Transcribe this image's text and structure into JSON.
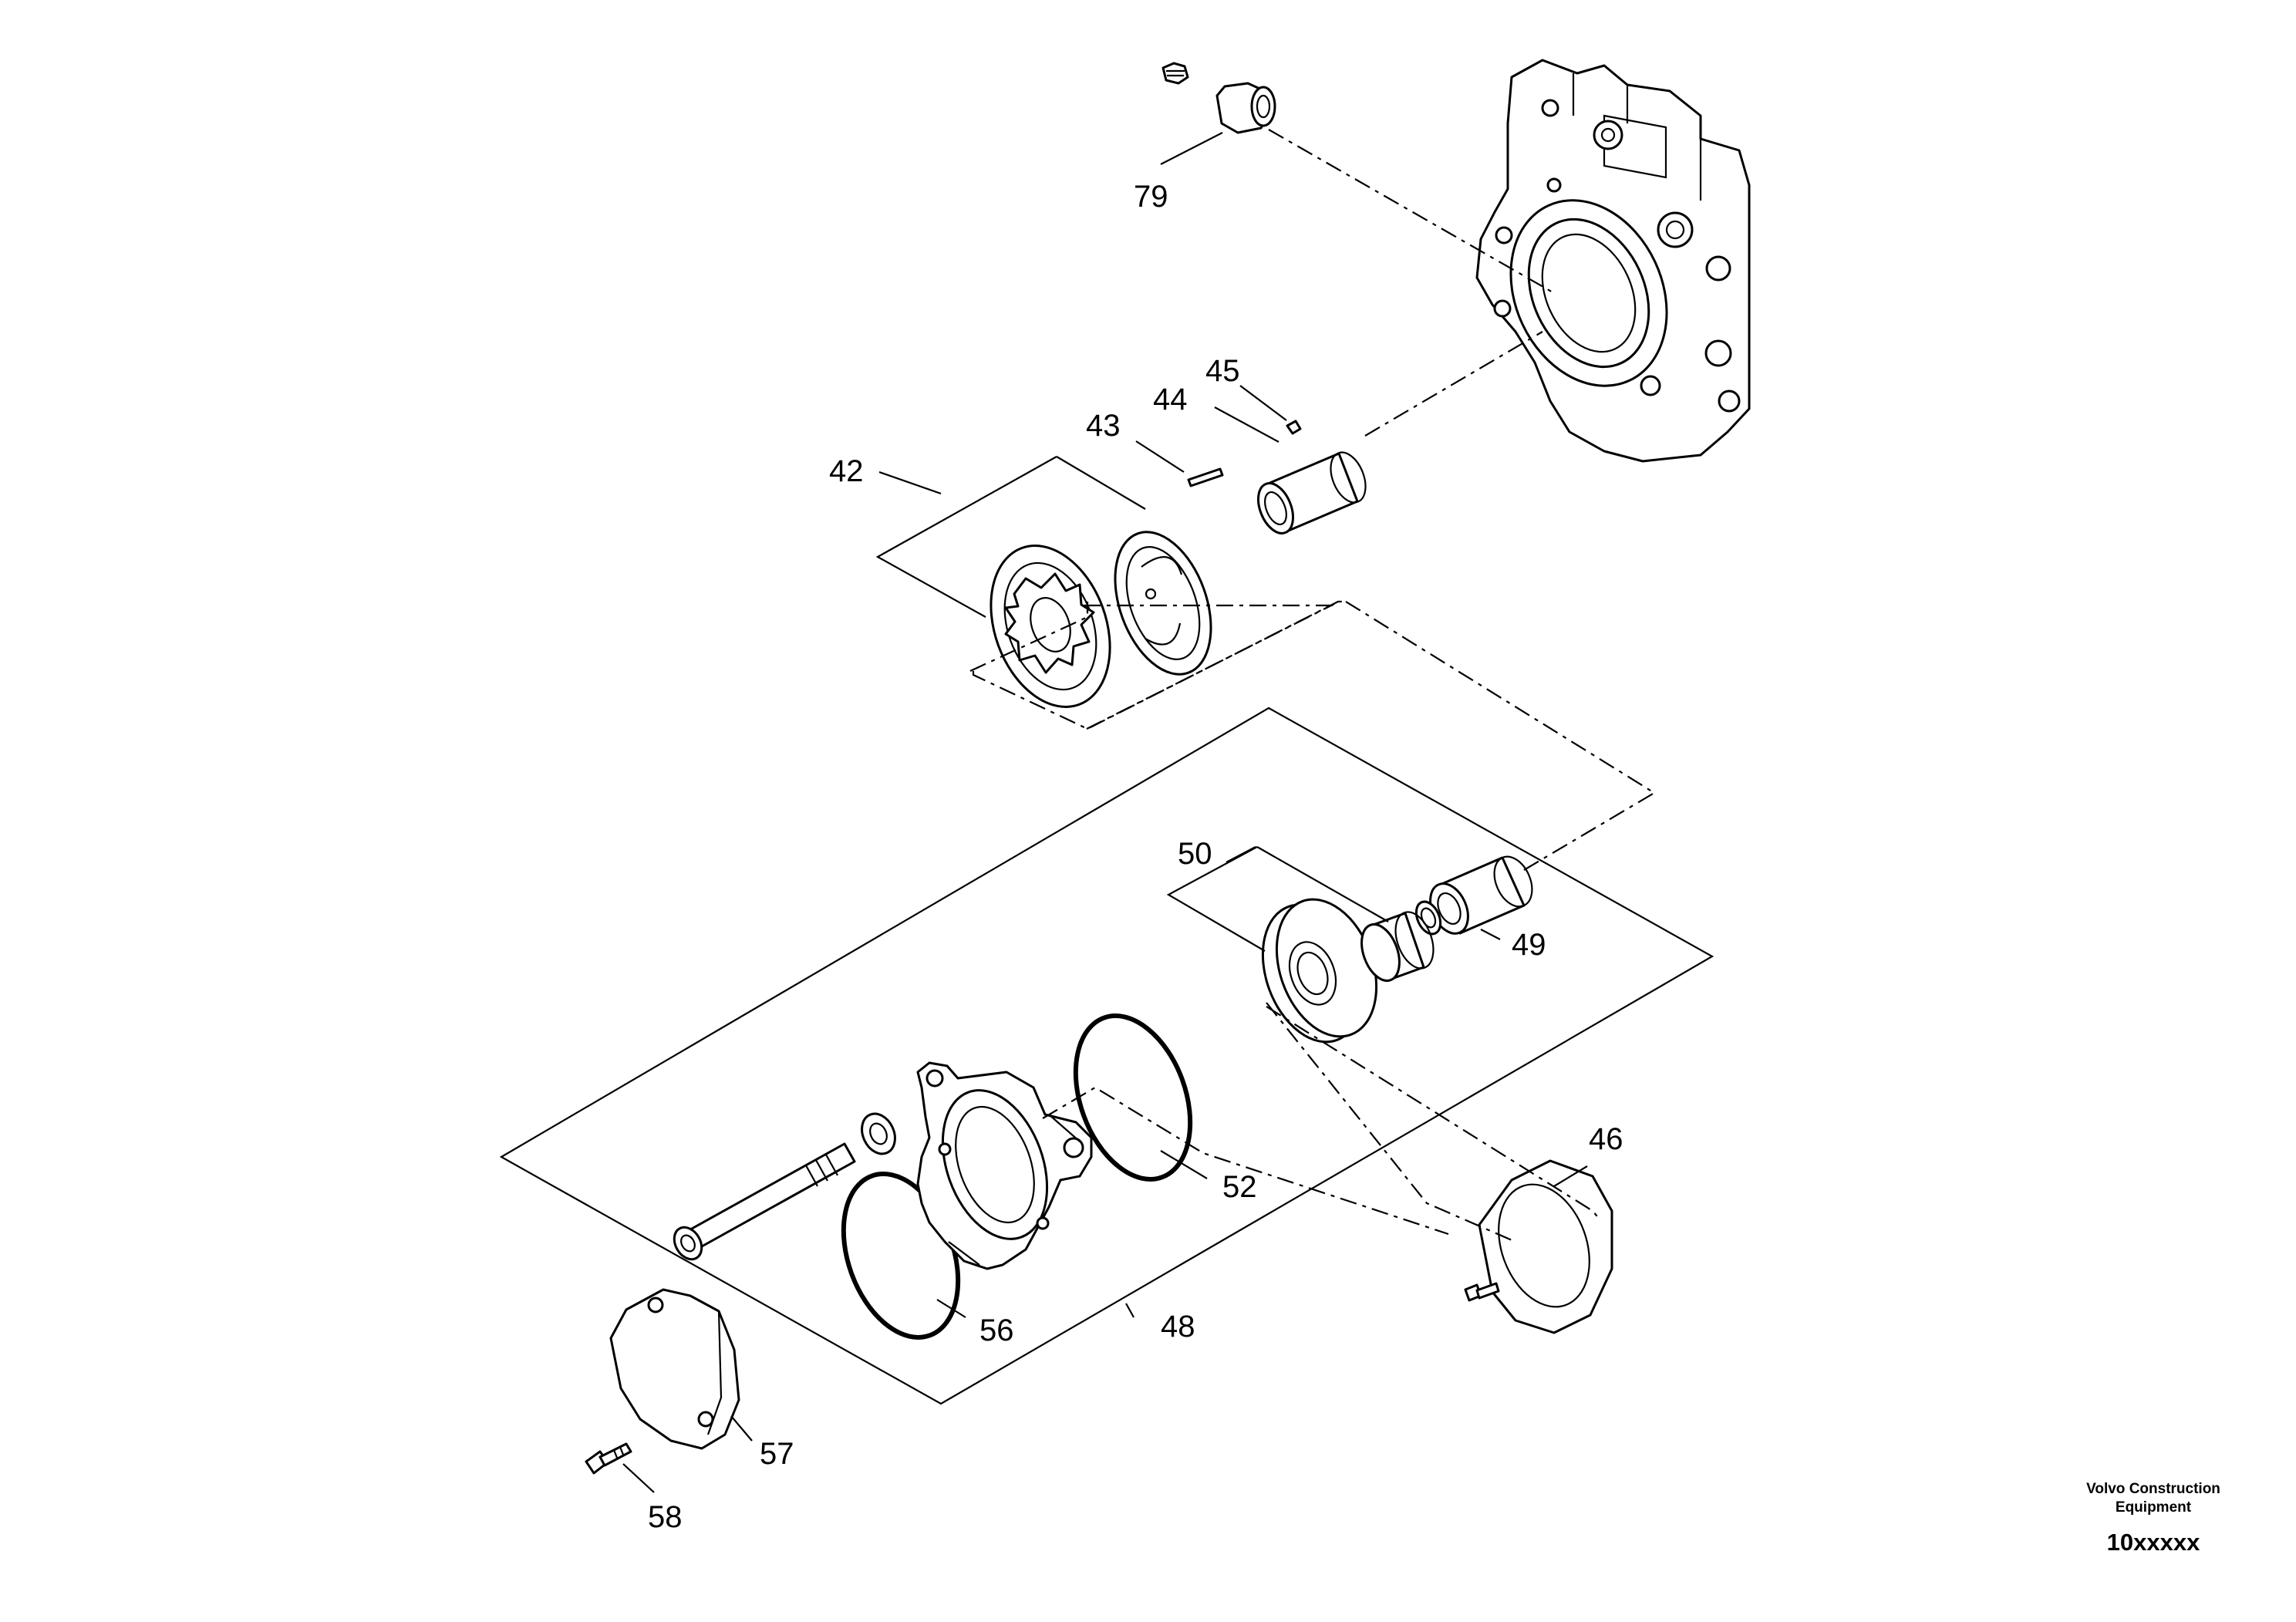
{
  "callouts": {
    "c79": "79",
    "c45": "45",
    "c44": "44",
    "c43": "43",
    "c42": "42",
    "c50": "50",
    "c49": "49",
    "c46": "46",
    "c52": "52",
    "c56": "56",
    "c48": "48",
    "c57": "57",
    "c58": "58"
  },
  "footer": {
    "company_line1": "Volvo Construction",
    "company_line2": "Equipment",
    "drawing_number": "10xxxxx"
  }
}
